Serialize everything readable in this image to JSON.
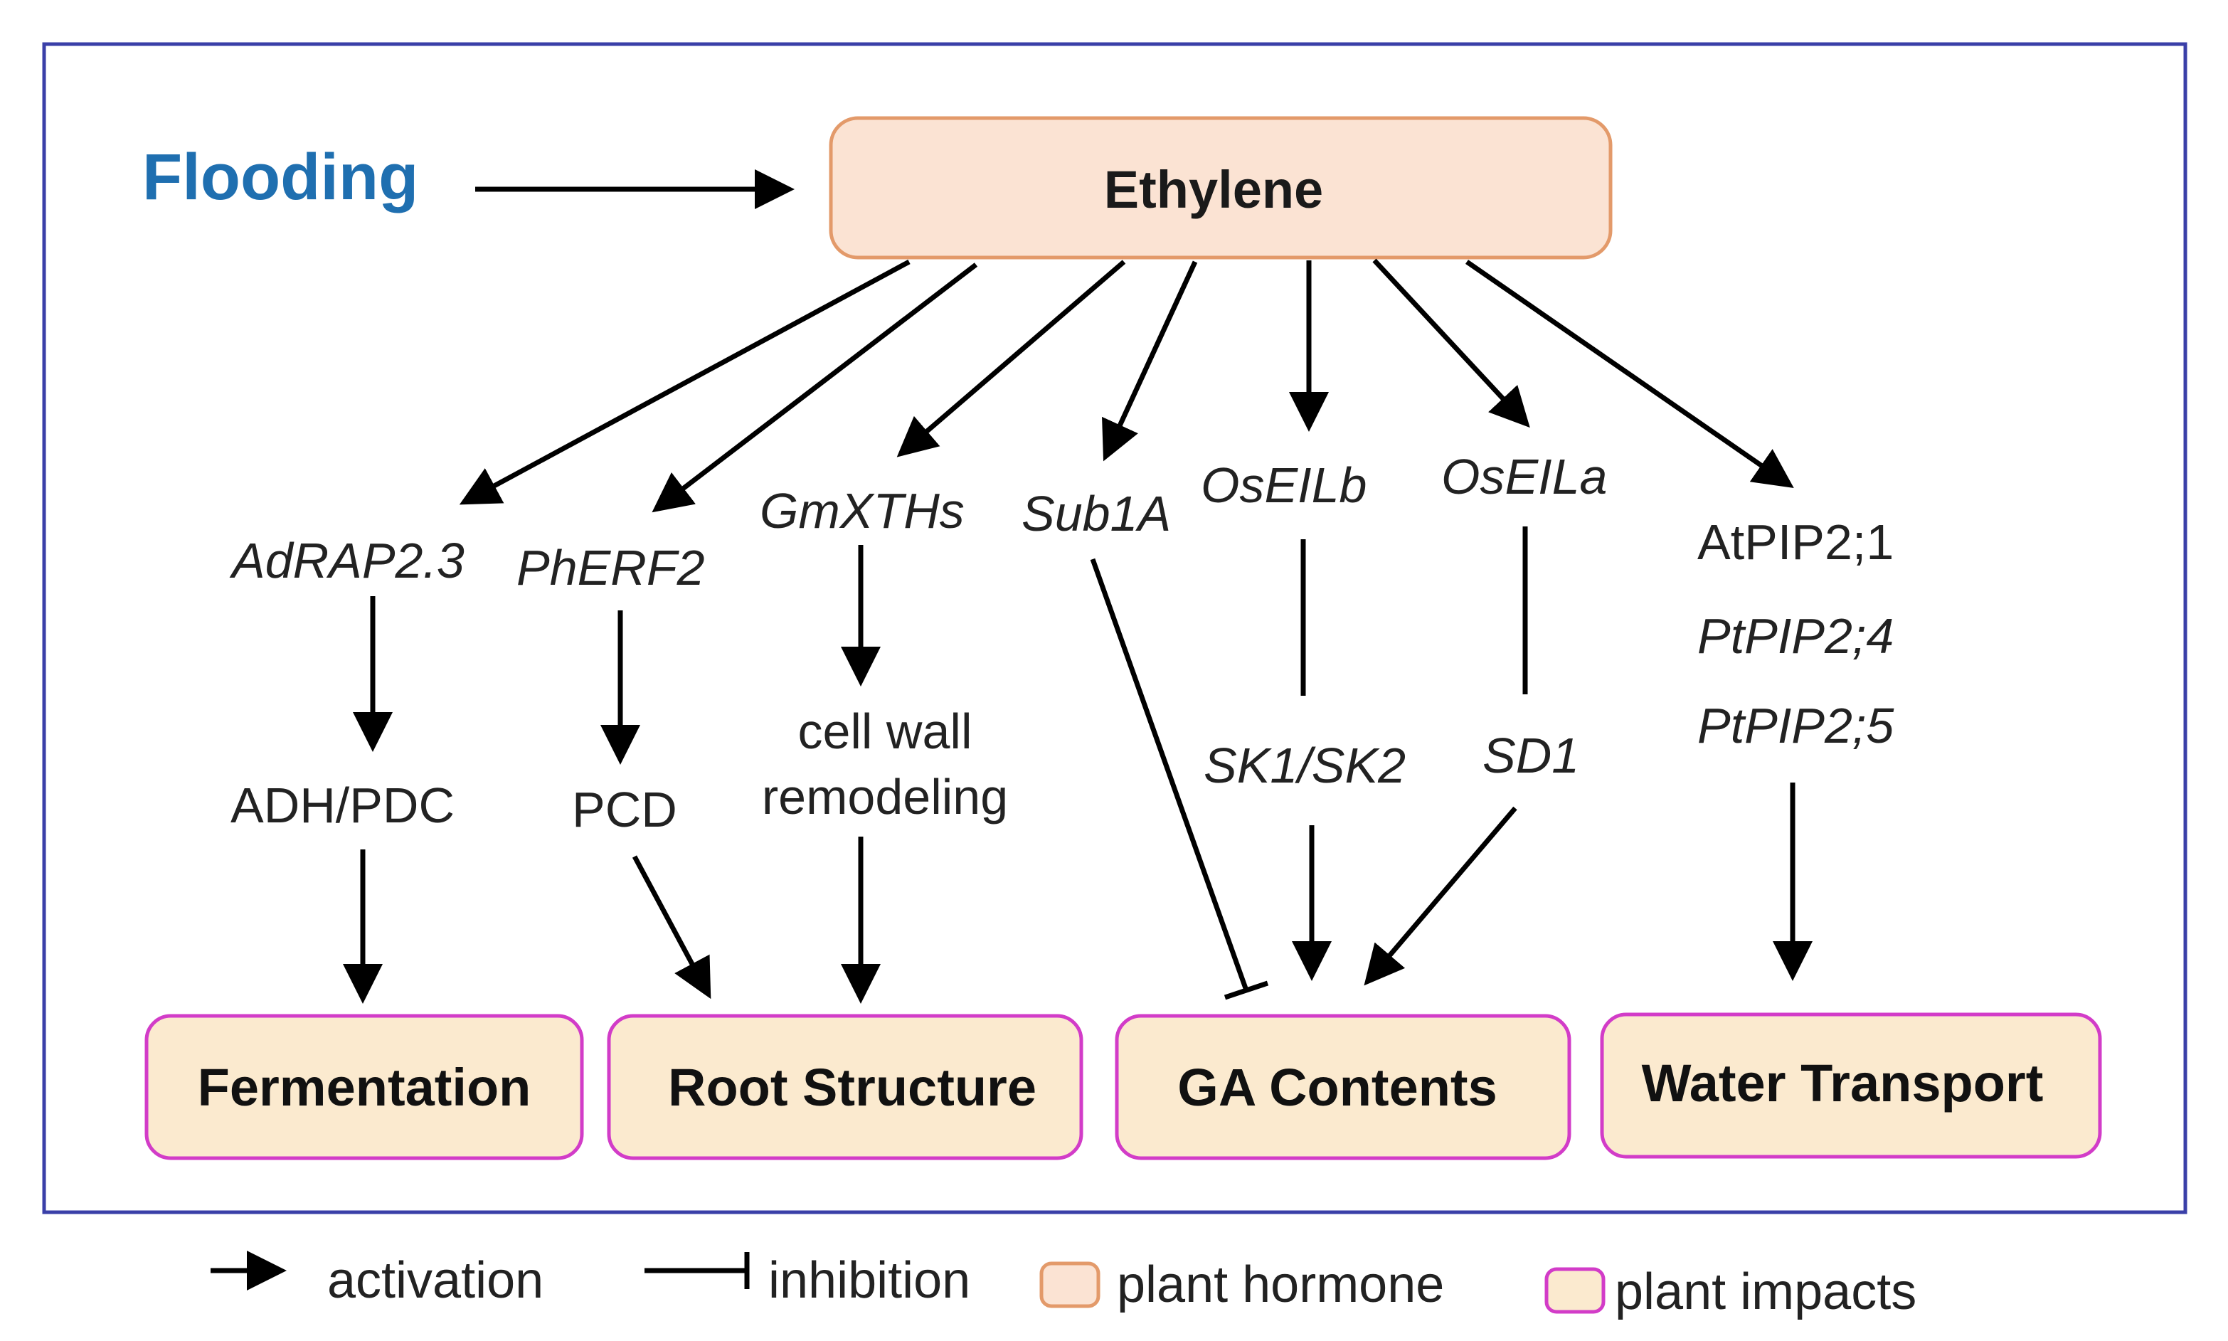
{
  "colors": {
    "frame_border": "#3a3fa8",
    "stimulus": "#1f6fb0",
    "hormone_fill": "#fbe3d3",
    "hormone_border": "#e39a6a",
    "impact_fill": "#fbeacf",
    "impact_border": "#d23cc8"
  },
  "stimulus": {
    "label": "Flooding"
  },
  "hormone": {
    "label": "Ethylene"
  },
  "genes": {
    "adrap": "AdRAP2.3",
    "pherf": "PhERF2",
    "gmxths": "GmXTHs",
    "sub1a": "Sub1A",
    "oseilb": "OsEILb",
    "oseila": "OsEILa",
    "atpip": "AtPIP2;1",
    "ptpip4": "PtPIP2;4",
    "ptpip5": "PtPIP2;5",
    "sk": "SK1/SK2",
    "sd1": "SD1"
  },
  "intermediates": {
    "adh": "ADH/PDC",
    "pcd": "PCD",
    "cellwall_line1": "cell wall",
    "cellwall_line2": "remodeling"
  },
  "impacts": {
    "fermentation": "Fermentation",
    "root": "Root Structure",
    "ga": "GA Contents",
    "water": "Water Transport"
  },
  "legend": {
    "activation": "activation",
    "inhibition": "inhibition",
    "hormone": "plant hormone",
    "impacts": "plant impacts"
  }
}
